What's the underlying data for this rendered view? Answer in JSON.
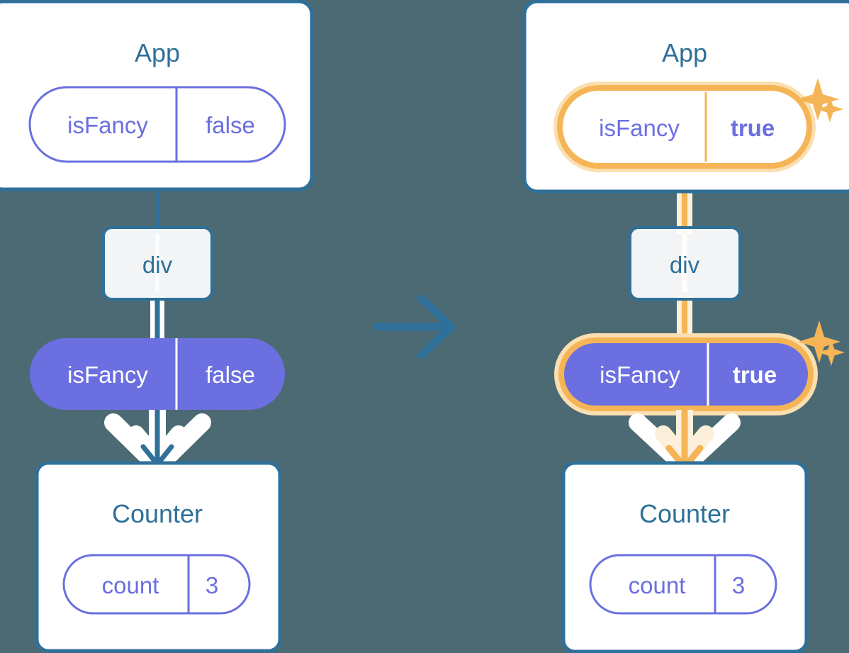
{
  "meta": {
    "background_color": "#4c6a73",
    "title": "State update propagation diagram (before and after)"
  },
  "palette": {
    "card_border_blue": "#2e7099",
    "card_fill_white": "#ffffff",
    "text_blue": "#2e7099",
    "pill_indigo": "#6b6fe0",
    "pill_indigo_text": "#6b6fe0",
    "pill_filled_text": "#ffffff",
    "highlight_orange": "#f5b556",
    "highlight_orange_halo": "#fbdfb0",
    "connector_blue": "#2e7099",
    "connector_halo_white": "#ffffff",
    "transition_arrow_blue": "#2e7099"
  },
  "transition": {
    "arrow_icon": "arrow-right-icon",
    "direction": "right"
  },
  "panels": [
    {
      "id": "before",
      "side": "left",
      "highlighted": false,
      "app": {
        "title": "App",
        "pill": {
          "key": "isFancy",
          "value": "false",
          "style": "outline",
          "highlighted": false,
          "bold_value": false
        }
      },
      "intermediate": {
        "label": "div"
      },
      "props_pill": {
        "key": "isFancy",
        "value": "false",
        "style": "filled",
        "highlighted": false,
        "bold_value": false
      },
      "counter": {
        "title": "Counter",
        "pill": {
          "key": "count",
          "value": "3",
          "style": "outline",
          "highlighted": false,
          "bold_value": false
        }
      },
      "sparkles": []
    },
    {
      "id": "after",
      "side": "right",
      "highlighted": true,
      "app": {
        "title": "App",
        "pill": {
          "key": "isFancy",
          "value": "true",
          "style": "outline",
          "highlighted": true,
          "bold_value": true
        }
      },
      "intermediate": {
        "label": "div"
      },
      "props_pill": {
        "key": "isFancy",
        "value": "true",
        "style": "filled",
        "highlighted": true,
        "bold_value": true
      },
      "counter": {
        "title": "Counter",
        "pill": {
          "key": "count",
          "value": "3",
          "style": "outline",
          "highlighted": false,
          "bold_value": false
        }
      },
      "sparkles": [
        {
          "near": "app-pill",
          "size": "large",
          "icon": "sparkle-icon"
        },
        {
          "near": "app-pill",
          "size": "small",
          "icon": "sparkle-icon"
        },
        {
          "near": "props-pill",
          "size": "large",
          "icon": "sparkle-icon"
        },
        {
          "near": "props-pill",
          "size": "small",
          "icon": "sparkle-icon"
        }
      ]
    }
  ]
}
